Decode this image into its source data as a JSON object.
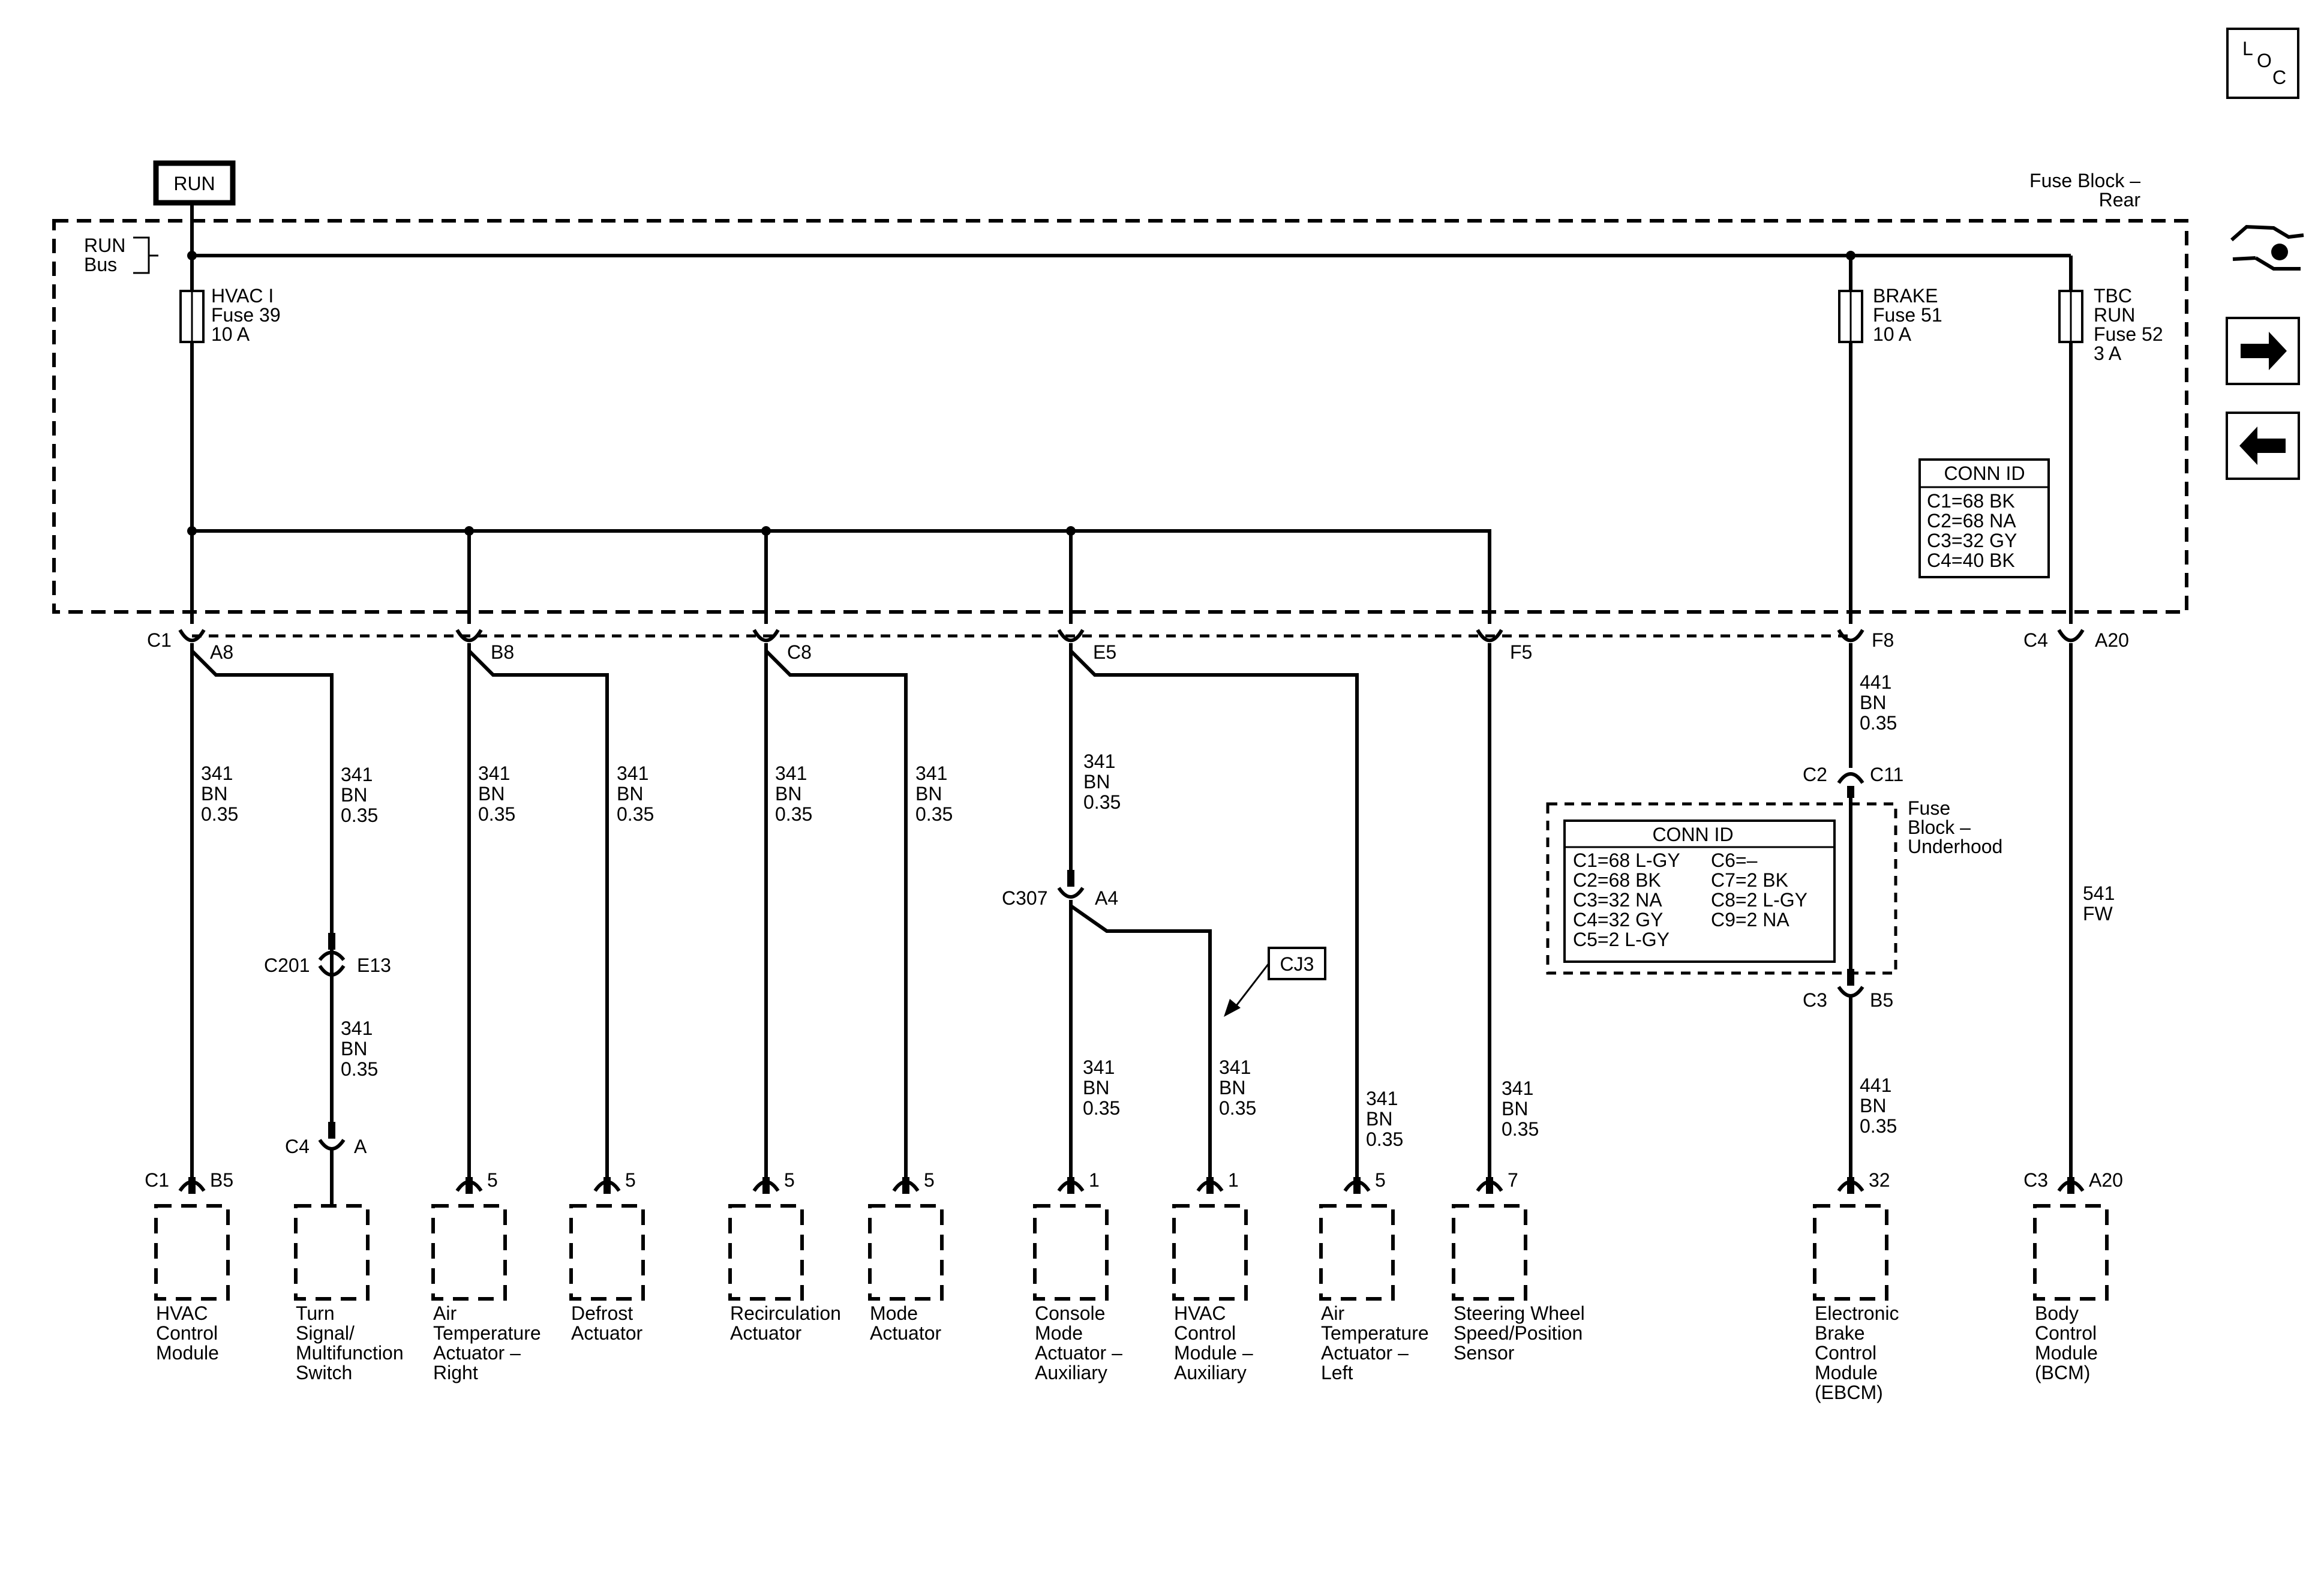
{
  "run_label": "RUN",
  "run_bus": [
    "RUN",
    "Bus"
  ],
  "fuse_block_rear": [
    "Fuse Block –",
    "Rear"
  ],
  "fuse_block_underhood": [
    "Fuse",
    "Block –",
    "Underhood"
  ],
  "loc_icon": {
    "l": "L",
    "o": "O",
    "c": "C"
  },
  "nav_icons": [
    "wrench-car-icon",
    "arrow-right-icon",
    "arrow-left-icon"
  ],
  "fuses": {
    "hvac": [
      "HVAC I",
      "Fuse 39",
      "10 A"
    ],
    "brake": [
      "BRAKE",
      "Fuse 51",
      "10 A"
    ],
    "tbc": [
      "TBC",
      "RUN",
      "Fuse 52",
      "3 A"
    ]
  },
  "conn_id_rear": {
    "title": "CONN ID",
    "lines": [
      "C1=68 BK",
      "C2=68 NA",
      "C3=32 GY",
      "C4=40 BK"
    ]
  },
  "conn_id_underhood": {
    "title": "CONN ID",
    "left": [
      "C1=68 L-GY",
      "C2=68 BK",
      "C3=32 NA",
      "C4=32 GY",
      "C5=2 L-GY"
    ],
    "right": [
      "C6=–",
      "C7=2 BK",
      "C8=2 L-GY",
      "C9=2 NA"
    ]
  },
  "connectors": {
    "c1": "C1",
    "a8": "A8",
    "b8": "B8",
    "c8": "C8",
    "e5": "E5",
    "f5": "F5",
    "f8": "F8",
    "c4_top": "C4",
    "a20_top": "A20",
    "c2": "C2",
    "c11": "C11",
    "c3_mid": "C3",
    "b5_mid": "B5",
    "c201": "C201",
    "e13": "E13",
    "c4_mid": "C4",
    "a_mid": "A",
    "c307": "C307",
    "a4": "A4",
    "cj3": "CJ3"
  },
  "wires": {
    "w341": [
      "341",
      "BN",
      "0.35"
    ],
    "w441": [
      "441",
      "BN",
      "0.35"
    ],
    "w541": [
      "541",
      "FW"
    ]
  },
  "components": [
    {
      "pin_left": "C1",
      "pin": "B5",
      "label": [
        "HVAC",
        "Control",
        "Module"
      ]
    },
    {
      "pin_left": "",
      "pin": "",
      "label": [
        "Turn",
        "Signal/",
        "Multifunction",
        "Switch"
      ]
    },
    {
      "pin_left": "",
      "pin": "5",
      "label": [
        "Air",
        "Temperature",
        "Actuator –",
        "Right"
      ]
    },
    {
      "pin_left": "",
      "pin": "5",
      "label": [
        "Defrost",
        "Actuator"
      ]
    },
    {
      "pin_left": "",
      "pin": "5",
      "label": [
        "Recirculation",
        "Actuator"
      ]
    },
    {
      "pin_left": "",
      "pin": "5",
      "label": [
        "Mode",
        "Actuator"
      ]
    },
    {
      "pin_left": "",
      "pin": "1",
      "label": [
        "Console",
        "Mode",
        "Actuator –",
        "Auxiliary"
      ]
    },
    {
      "pin_left": "",
      "pin": "1",
      "label": [
        "HVAC",
        "Control",
        "Module –",
        "Auxiliary"
      ]
    },
    {
      "pin_left": "",
      "pin": "5",
      "label": [
        "Air",
        "Temperature",
        "Actuator –",
        "Left"
      ]
    },
    {
      "pin_left": "",
      "pin": "7",
      "label": [
        "Steering Wheel",
        "Speed/Position",
        "Sensor"
      ]
    },
    {
      "pin_left": "",
      "pin": "32",
      "label": [
        "Electronic",
        "Brake",
        "Control",
        "Module",
        "(EBCM)"
      ]
    },
    {
      "pin_left": "C3",
      "pin": "A20",
      "label": [
        "Body",
        "Control",
        "Module",
        "(BCM)"
      ]
    }
  ]
}
